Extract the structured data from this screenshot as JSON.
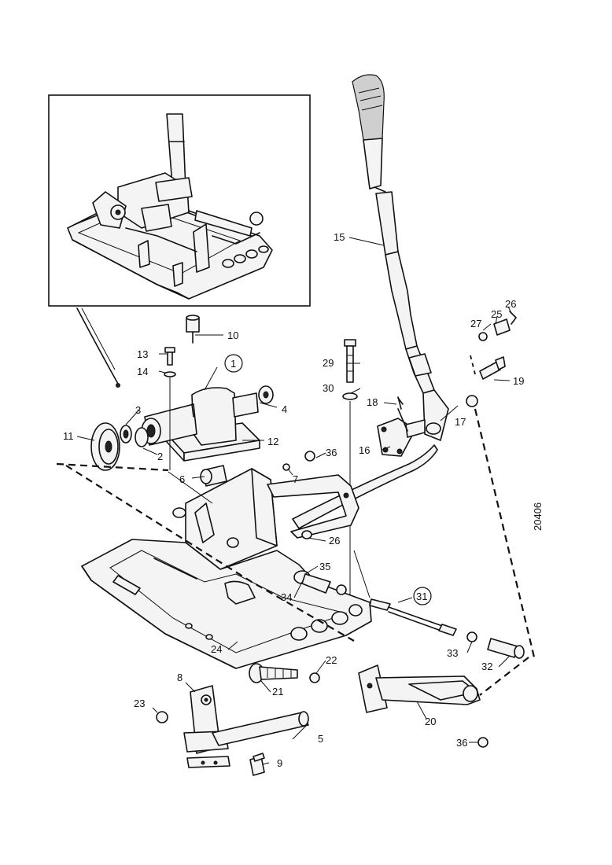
{
  "reference_number": "20406",
  "callouts": [
    {
      "id": "c1",
      "label": "1",
      "circled": true
    },
    {
      "id": "c2",
      "label": "2"
    },
    {
      "id": "c3",
      "label": "3"
    },
    {
      "id": "c4",
      "label": "4"
    },
    {
      "id": "c5",
      "label": "5"
    },
    {
      "id": "c6",
      "label": "6"
    },
    {
      "id": "c7",
      "label": "7"
    },
    {
      "id": "c8",
      "label": "8"
    },
    {
      "id": "c9",
      "label": "9"
    },
    {
      "id": "c10",
      "label": "10"
    },
    {
      "id": "c11",
      "label": "11"
    },
    {
      "id": "c12",
      "label": "12"
    },
    {
      "id": "c13",
      "label": "13"
    },
    {
      "id": "c14",
      "label": "14"
    },
    {
      "id": "c15",
      "label": "15"
    },
    {
      "id": "c16",
      "label": "16"
    },
    {
      "id": "c17",
      "label": "17"
    },
    {
      "id": "c18",
      "label": "18"
    },
    {
      "id": "c19",
      "label": "19"
    },
    {
      "id": "c20",
      "label": "20"
    },
    {
      "id": "c21",
      "label": "21"
    },
    {
      "id": "c22",
      "label": "22"
    },
    {
      "id": "c23",
      "label": "23"
    },
    {
      "id": "c24",
      "label": "24"
    },
    {
      "id": "c25",
      "label": "25"
    },
    {
      "id": "c26a",
      "label": "26"
    },
    {
      "id": "c26b",
      "label": "26"
    },
    {
      "id": "c27",
      "label": "27"
    },
    {
      "id": "c29",
      "label": "29"
    },
    {
      "id": "c30",
      "label": "30"
    },
    {
      "id": "c31",
      "label": "31",
      "circled": true
    },
    {
      "id": "c32",
      "label": "32"
    },
    {
      "id": "c33",
      "label": "33"
    },
    {
      "id": "c34",
      "label": "34"
    },
    {
      "id": "c35",
      "label": "35"
    },
    {
      "id": "c36a",
      "label": "36"
    },
    {
      "id": "c36b",
      "label": "36"
    }
  ]
}
